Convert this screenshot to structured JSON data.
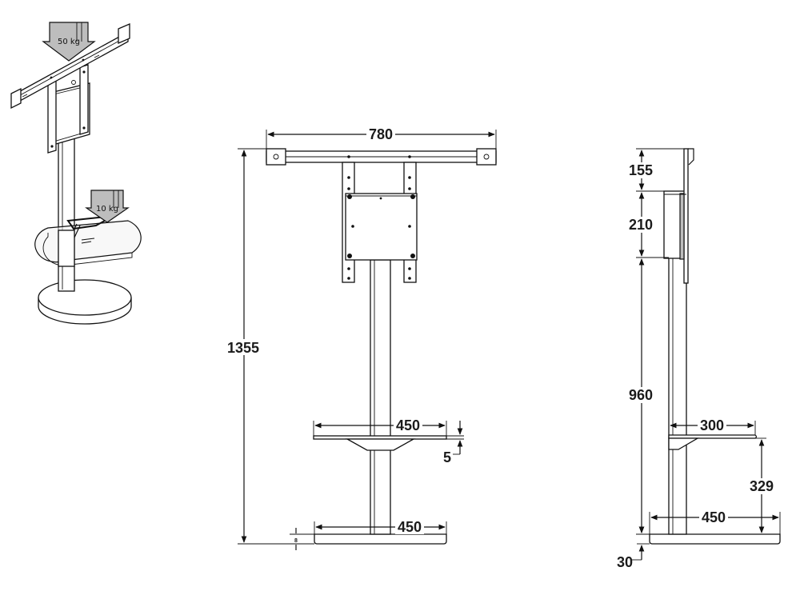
{
  "iso_view": {
    "load_top": "50 kg",
    "load_shelf": "10 kg"
  },
  "front_view": {
    "width_top": "780",
    "height_total": "1355",
    "shelf_width": "450",
    "shelf_thickness": "5",
    "base_width": "450",
    "base_thickness_mark": "8"
  },
  "side_view": {
    "top_offset": "155",
    "plate_height": "210",
    "mount_to_base": "960",
    "shelf_depth": "300",
    "shelf_height": "329",
    "base_depth": "450",
    "base_thickness": "30"
  }
}
